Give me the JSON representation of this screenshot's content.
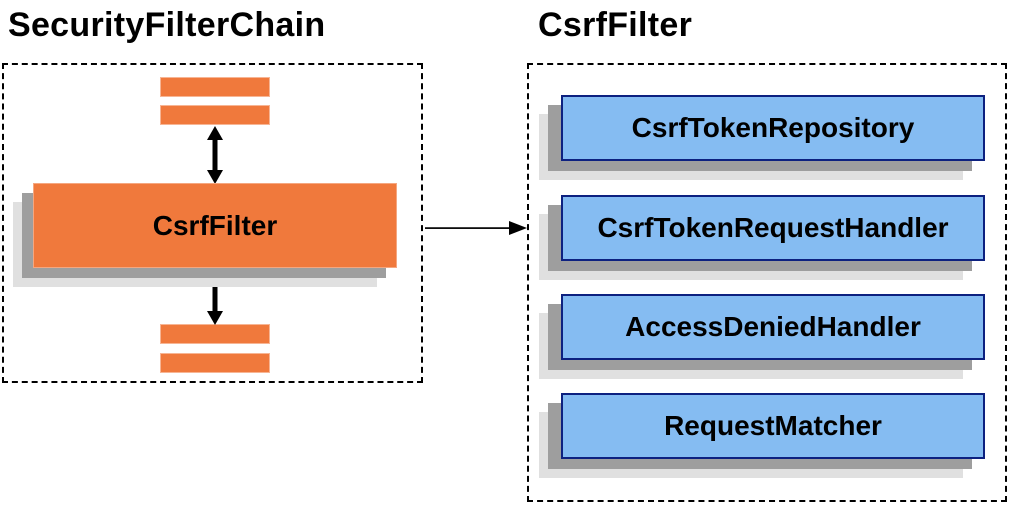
{
  "left_panel": {
    "title": "SecurityFilterChain",
    "filter_box_label": "CsrfFilter"
  },
  "right_panel": {
    "title": "CsrfFilter",
    "components": [
      {
        "label": "CsrfTokenRepository"
      },
      {
        "label": "CsrfTokenRequestHandler"
      },
      {
        "label": "AccessDeniedHandler"
      },
      {
        "label": "RequestMatcher"
      }
    ]
  },
  "icons": {
    "vertical_double_arrow": "bidirectional-arrow",
    "horizontal_arrow": "right-arrow"
  },
  "colors": {
    "orange_fill": "#F0793C",
    "blue_fill": "#85BCF2",
    "blue_border": "#0D2180",
    "shadow_dark": "#9E9E9E",
    "shadow_light": "#E0E0E0",
    "arrow_black": "#000000",
    "dashed_border": "#000000",
    "background": "#FFFFFF"
  }
}
